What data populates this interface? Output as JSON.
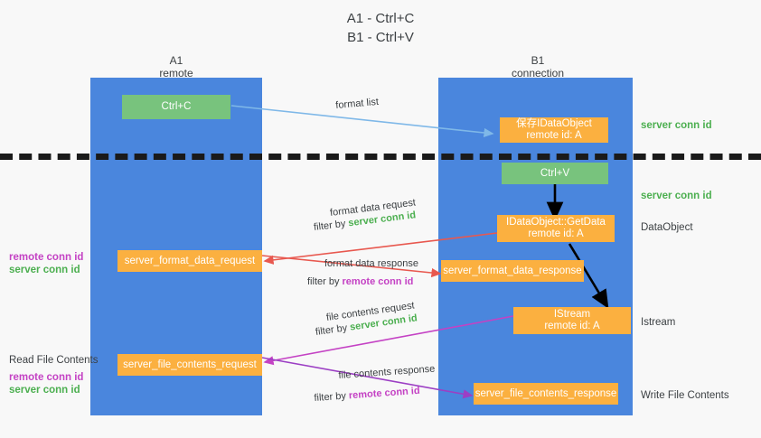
{
  "title": {
    "line1": "A1 - Ctrl+C",
    "line2": "B1 - Ctrl+V"
  },
  "columns": [
    {
      "name": "A1",
      "sub": "remote"
    },
    {
      "name": "B1",
      "sub": "connection"
    }
  ],
  "boxes": {
    "ctrl_c": {
      "line1": "Ctrl+C",
      "line2": ""
    },
    "save_idataobject": {
      "line1": "保存IDataObject",
      "line2": "remote id: A"
    },
    "ctrl_v": {
      "line1": "Ctrl+V",
      "line2": ""
    },
    "getdata": {
      "line1": "IDataObject::GetData",
      "line2": "remote id: A"
    },
    "server_format_data_request": {
      "line1": "server_format_data_request",
      "line2": ""
    },
    "server_format_data_response": {
      "line1": "server_format_data_response",
      "line2": ""
    },
    "istream": {
      "line1": "IStream",
      "line2": "remote id: A"
    },
    "server_file_contents_request": {
      "line1": "server_file_contents_request",
      "line2": ""
    },
    "server_file_contents_response": {
      "line1": "server_file_contents_response",
      "line2": ""
    }
  },
  "side_labels": {
    "server_conn_id_top": "server conn id",
    "server_conn_id_mid": "server conn id",
    "dataobject": "DataObject",
    "istream": "Istream",
    "write_file_contents": "Write File Contents",
    "read_file_contents": "Read File Contents",
    "remote_conn_id": "remote conn id",
    "server_conn_id": "server conn id"
  },
  "captions": {
    "format_list": "format list",
    "format_data_request": "format data request",
    "format_data_request_filter_prefix": "filter by ",
    "format_data_request_filter_value": "server conn id",
    "format_data_response": "format data response",
    "format_data_response_filter_prefix": "filter by ",
    "format_data_response_filter_value": "remote conn id",
    "file_contents_request": "file contents request",
    "file_contents_request_filter_prefix": "filter by ",
    "file_contents_request_filter_value": "server conn id",
    "file_contents_response": "file contents response",
    "file_contents_response_filter_prefix": "filter by ",
    "file_contents_response_filter_value": "remote conn id"
  },
  "colors": {
    "lane": "#4a86dd",
    "green_box": "#78c37d",
    "orange_box": "#fbb040",
    "divider": "#1a1a1a",
    "blue_arrow": "#7fb8e8",
    "red_arrow": "#e8584f",
    "magenta_arrow": "#c442c4",
    "purple_arrow": "#9c3fc4",
    "black_arrow": "#000000",
    "green_text": "#4caf50",
    "magenta_text": "#c442c4"
  }
}
